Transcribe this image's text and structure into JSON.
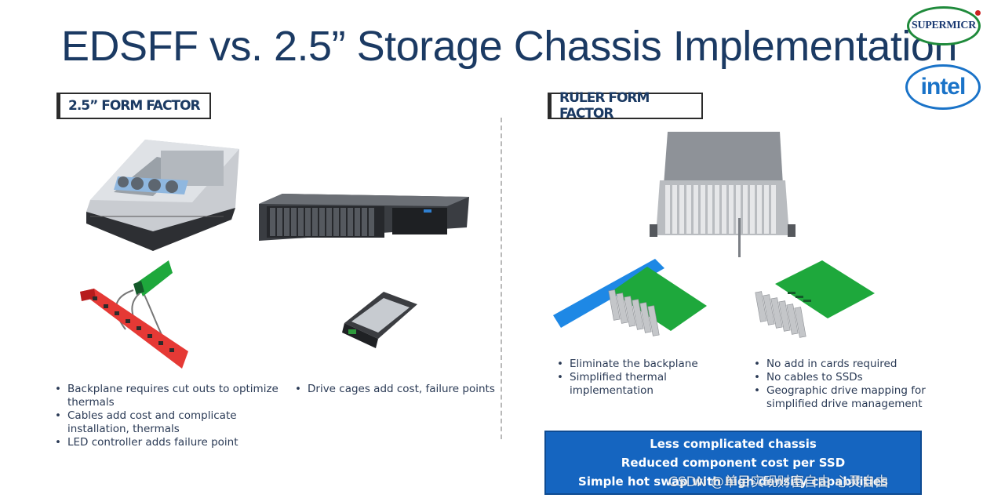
{
  "title": "EDSFF vs. 2.5” Storage Chassis Implementation",
  "logos": {
    "supermicro": "SUPERMICR",
    "intel": "intel"
  },
  "left": {
    "label": "2.5” FORM FACTOR",
    "bullets_a": [
      "Backplane requires cut outs to optimize thermals",
      "Cables add cost and complicate installation, thermals",
      "LED controller adds failure point"
    ],
    "bullets_b": [
      "Drive cages add cost, failure points"
    ]
  },
  "right": {
    "label": "RULER FORM FACTOR",
    "bullets_a": [
      "Eliminate the backplane",
      "Simplified thermal implementation"
    ],
    "bullets_b": [
      "No add in cards required",
      "No cables to SSDs",
      "Geographic drive mapping for simplified drive management"
    ]
  },
  "callout": [
    "Less complicated chassis",
    "Reduced component cost per SSD",
    "Simple hot swap with high density capabilities"
  ],
  "watermark": "CSDN @单目实现财富自由 心灵自由",
  "colors": {
    "title": "#1b3a63",
    "callout_bg": "#1565c0",
    "green_board": "#1ea83c",
    "red_backplane": "#e53935"
  }
}
